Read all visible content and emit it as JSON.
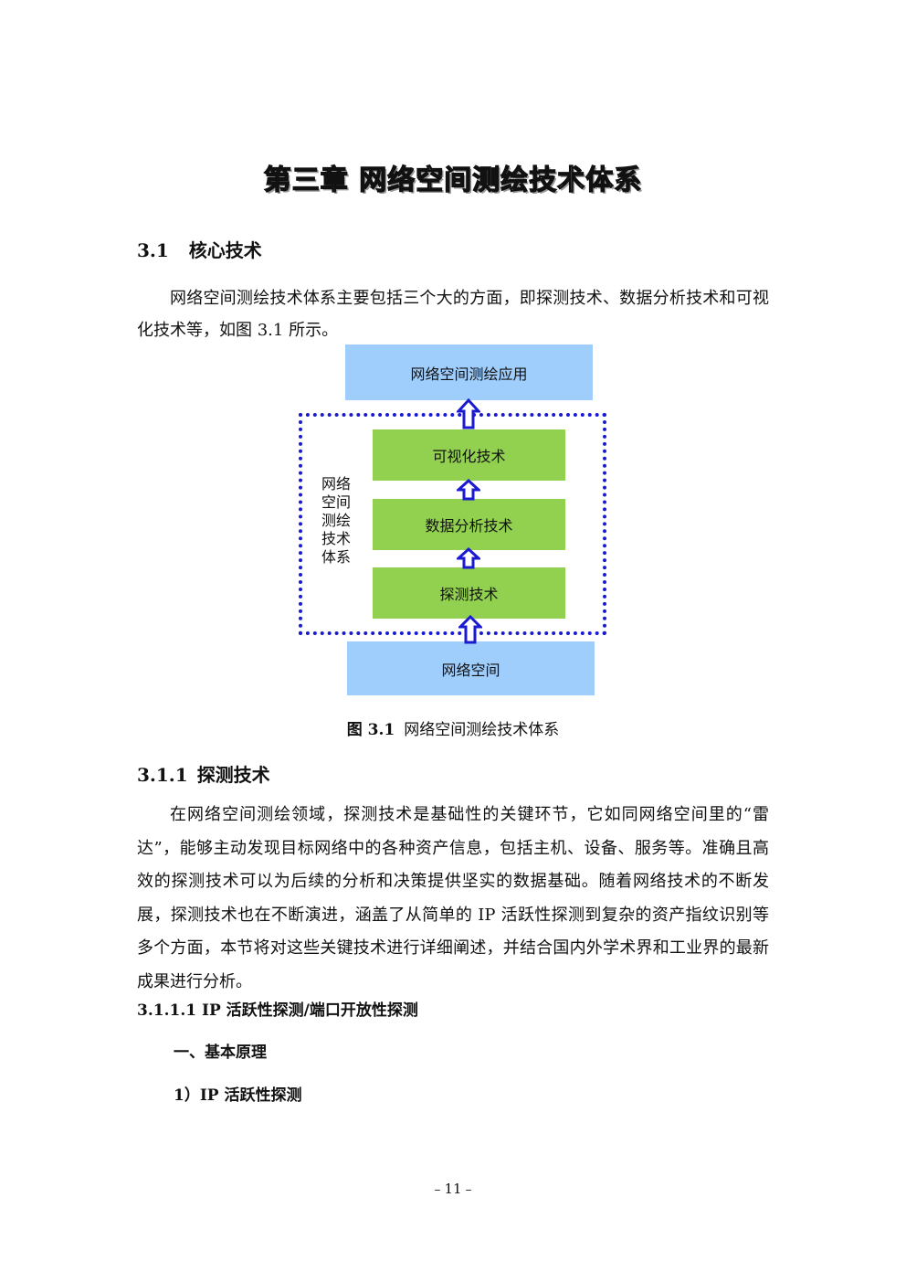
{
  "chapter_title": "第三章  网络空间测绘技术体系",
  "section_3_1": {
    "number": "3.1",
    "title": "核心技术"
  },
  "intro_paragraph": "网络空间测绘技术体系主要包括三个大的方面，即探测技术、数据分析技术和可视化技术等，如图 3.1 所示。",
  "figure": {
    "top_box": "网络空间测绘应用",
    "layer_visualization": "可视化技术",
    "layer_analysis": "数据分析技术",
    "layer_detection": "探测技术",
    "bottom_box": "网络空间",
    "side_label_lines": [
      "网络",
      "空间",
      "测绘",
      "技术",
      "体系"
    ],
    "caption_number": "图 3.1",
    "caption_text": "网络空间测绘技术体系",
    "colors": {
      "blue_box": "#9fcdfc",
      "green_box": "#92d050",
      "frame": "#1a1ad0",
      "arrow": "#1a1ad0"
    }
  },
  "section_3_1_1": {
    "number": "3.1.1",
    "title": "探测技术"
  },
  "detection_paragraph": "在网络空间测绘领域，探测技术是基础性的关键环节，它如同网络空间里的“雷达”，能够主动发现目标网络中的各种资产信息，包括主机、设备、服务等。准确且高效的探测技术可以为后续的分析和决策提供坚实的数据基础。随着网络技术的不断发展，探测技术也在不断演进，涵盖了从简单的 IP 活跃性探测到复杂的资产指纹识别等多个方面，本节将对这些关键技术进行详细阐述，并结合国内外学术界和工业界的最新成果进行分析。",
  "subsection_3_1_1_1": "3.1.1.1 IP 活跃性探测/端口开放性探测",
  "heading_basic_principle": "一、基本原理",
  "heading_ip_liveness": "1）IP 活跃性探测",
  "page_number": "﹣11﹣"
}
